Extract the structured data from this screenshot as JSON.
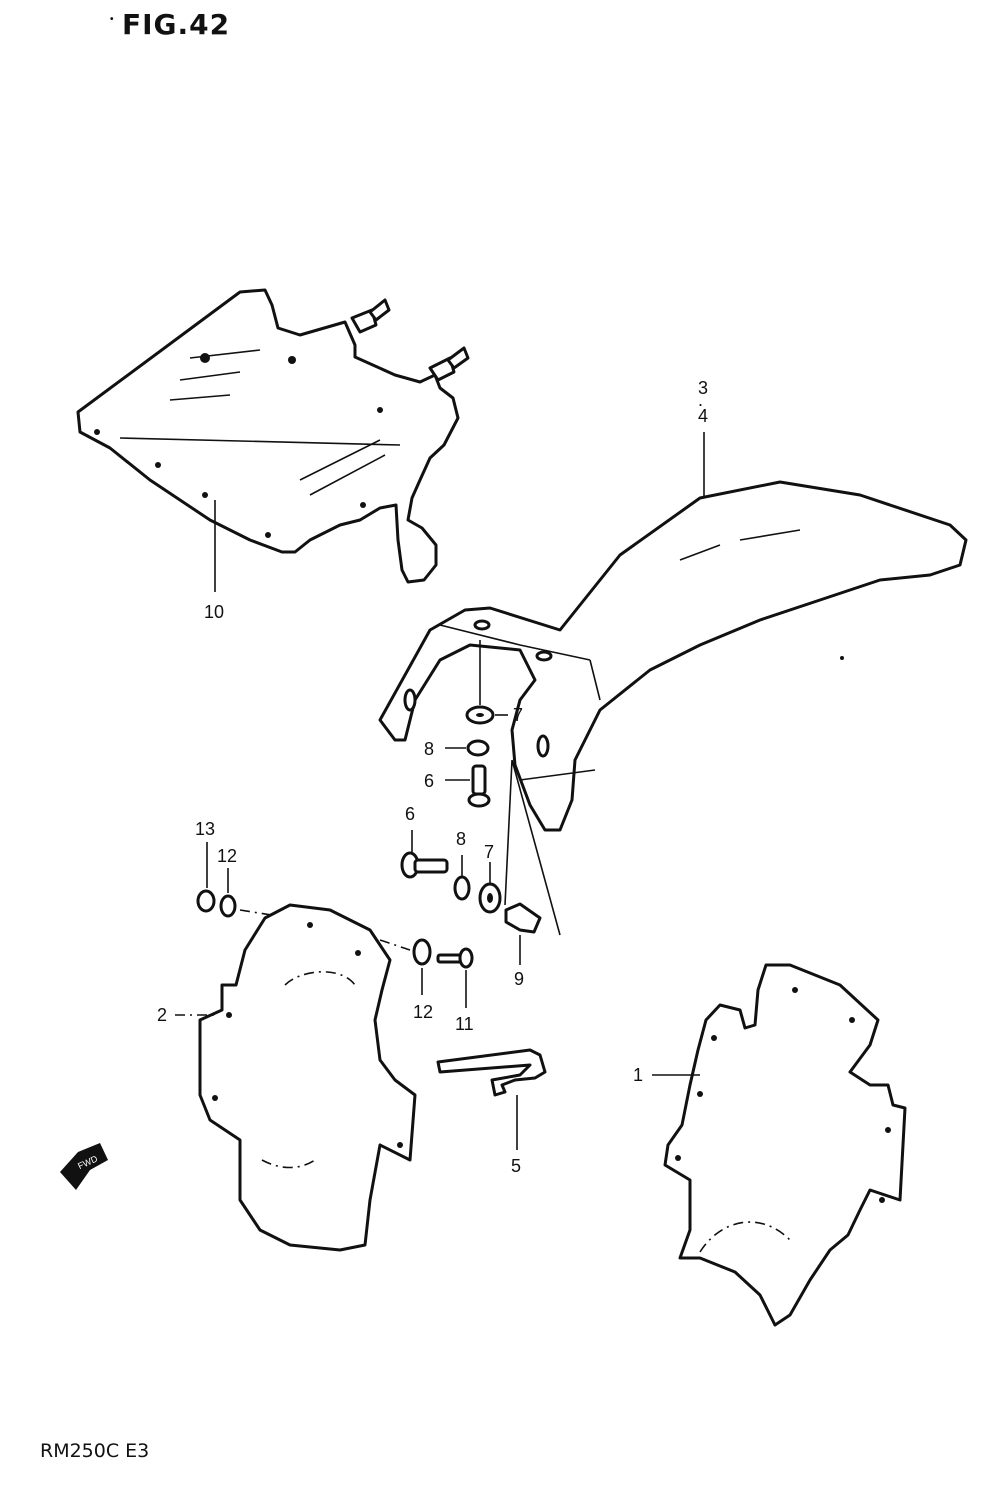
{
  "figure": {
    "title": "FIG.42",
    "model": "RM250C E3"
  },
  "callouts": {
    "p1": "1",
    "p2": "2",
    "p3": "3",
    "p4": "4",
    "p5": "5",
    "p6a": "6",
    "p6b": "6",
    "p7a": "7",
    "p7b": "7",
    "p8a": "8",
    "p8b": "8",
    "p9": "9",
    "p10": "10",
    "p11": "11",
    "p12a": "12",
    "p12b": "12",
    "p13": "13"
  },
  "icons": {
    "front_arrow": "front-direction-arrow-icon"
  }
}
